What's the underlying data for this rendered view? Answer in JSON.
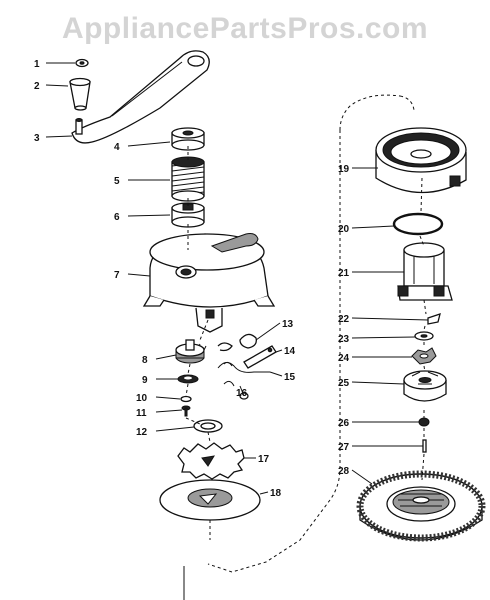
{
  "watermark": "AppliancePartsPros.com",
  "callouts": [
    {
      "id": "1",
      "label": "1"
    },
    {
      "id": "2",
      "label": "2"
    },
    {
      "id": "3",
      "label": "3"
    },
    {
      "id": "4",
      "label": "4"
    },
    {
      "id": "5",
      "label": "5"
    },
    {
      "id": "6",
      "label": "6"
    },
    {
      "id": "7",
      "label": "7"
    },
    {
      "id": "8",
      "label": "8"
    },
    {
      "id": "9",
      "label": "9"
    },
    {
      "id": "10",
      "label": "10"
    },
    {
      "id": "11",
      "label": "11"
    },
    {
      "id": "12",
      "label": "12"
    },
    {
      "id": "13",
      "label": "13"
    },
    {
      "id": "14",
      "label": "14"
    },
    {
      "id": "15",
      "label": "15"
    },
    {
      "id": "16",
      "label": "16"
    },
    {
      "id": "17",
      "label": "17"
    },
    {
      "id": "18",
      "label": "18"
    },
    {
      "id": "19",
      "label": "19"
    },
    {
      "id": "20",
      "label": "20"
    },
    {
      "id": "21",
      "label": "21"
    },
    {
      "id": "22",
      "label": "22"
    },
    {
      "id": "23",
      "label": "23"
    },
    {
      "id": "24",
      "label": "24"
    },
    {
      "id": "25",
      "label": "25"
    },
    {
      "id": "26",
      "label": "26"
    },
    {
      "id": "27",
      "label": "27"
    },
    {
      "id": "28",
      "label": "28"
    }
  ]
}
